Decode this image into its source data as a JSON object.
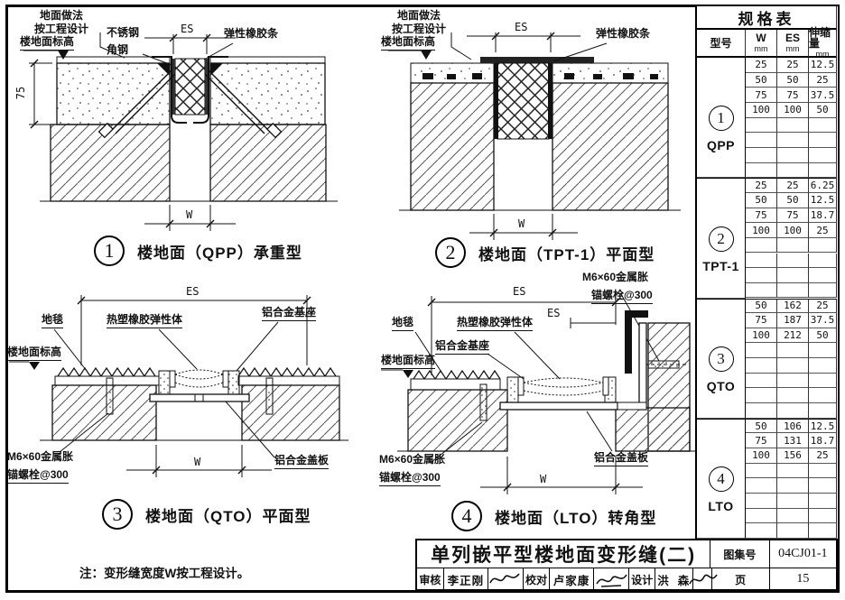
{
  "page": {
    "note": "注：变形缝宽度W按工程设计。"
  },
  "details": [
    {
      "number": "1",
      "caption": "楼地面（QPP）承重型",
      "labels": {
        "floor_method_1": "地面做法",
        "floor_method_2": "按工程设计",
        "floor_level": "楼地面标高",
        "steel_1": "不锈钢",
        "steel_2": "角钢",
        "rubber": "弹性橡胶条",
        "es": "ES",
        "w": "W",
        "depth": "75"
      }
    },
    {
      "number": "2",
      "caption": "楼地面（TPT-1）平面型",
      "labels": {
        "floor_method_1": "地面做法",
        "floor_method_2": "按工程设计",
        "floor_level": "楼地面标高",
        "rubber": "弹性橡胶条",
        "es": "ES",
        "w": "W"
      }
    },
    {
      "number": "3",
      "caption": "楼地面（QTO）平面型",
      "labels": {
        "carpet": "地毯",
        "elastomer": "热塑橡胶弹性体",
        "base": "铝合金基座",
        "floor_level": "楼地面标高",
        "anchor_1": "M6×60金属胀",
        "anchor_2": "锚螺栓@300",
        "cover": "铝合金盖板",
        "es": "ES",
        "w": "W"
      }
    },
    {
      "number": "4",
      "caption": "楼地面（LTO）转角型",
      "labels": {
        "anchor_top_1": "M6×60金属胀",
        "anchor_top_2": "锚螺栓@300",
        "carpet": "地毯",
        "elastomer": "热塑橡胶弹性体",
        "base": "铝合金基座",
        "floor_level": "楼地面标高",
        "anchor_bot_1": "M6×60金属胀",
        "anchor_bot_2": "锚螺栓@300",
        "cover": "铝合金盖板",
        "es": "ES",
        "es2": "ES",
        "w": "W"
      }
    }
  ],
  "spec_table": {
    "title": "规格表",
    "columns": [
      "型号",
      "W",
      "ES",
      "伸缩量"
    ],
    "unit": "mm",
    "sections": [
      {
        "number": "1",
        "model": "QPP",
        "rows": [
          [
            "25",
            "25",
            "12.5"
          ],
          [
            "50",
            "50",
            "25"
          ],
          [
            "75",
            "75",
            "37.5"
          ],
          [
            "100",
            "100",
            "50"
          ],
          [
            "",
            "",
            ""
          ],
          [
            "",
            "",
            ""
          ],
          [
            "",
            "",
            ""
          ],
          [
            "",
            "",
            ""
          ]
        ]
      },
      {
        "number": "2",
        "model": "TPT-1",
        "rows": [
          [
            "25",
            "25",
            "6.25"
          ],
          [
            "50",
            "50",
            "12.5"
          ],
          [
            "75",
            "75",
            "18.7"
          ],
          [
            "100",
            "100",
            "25"
          ],
          [
            "",
            "",
            ""
          ],
          [
            "",
            "",
            ""
          ],
          [
            "",
            "",
            ""
          ],
          [
            "",
            "",
            ""
          ]
        ]
      },
      {
        "number": "3",
        "model": "QTO",
        "rows": [
          [
            "50",
            "162",
            "25"
          ],
          [
            "75",
            "187",
            "37.5"
          ],
          [
            "100",
            "212",
            "50"
          ],
          [
            "",
            "",
            ""
          ],
          [
            "",
            "",
            ""
          ],
          [
            "",
            "",
            ""
          ],
          [
            "",
            "",
            ""
          ],
          [
            "",
            "",
            ""
          ]
        ]
      },
      {
        "number": "4",
        "model": "LTO",
        "rows": [
          [
            "50",
            "106",
            "12.5"
          ],
          [
            "75",
            "131",
            "18.7"
          ],
          [
            "100",
            "156",
            "25"
          ],
          [
            "",
            "",
            ""
          ],
          [
            "",
            "",
            ""
          ],
          [
            "",
            "",
            ""
          ],
          [
            "",
            "",
            ""
          ],
          [
            "",
            "",
            ""
          ]
        ]
      }
    ]
  },
  "title_block": {
    "title": "单列嵌平型楼地面变形缝(二)",
    "atlas_label": "图集号",
    "atlas_no": "04CJ01-1",
    "page_label": "页",
    "page_no": "15",
    "review_label": "审核",
    "reviewer": "李正刚",
    "proof_label": "校对",
    "proofreader": "卢家康",
    "design_label": "设计",
    "designer": "洪  森"
  }
}
